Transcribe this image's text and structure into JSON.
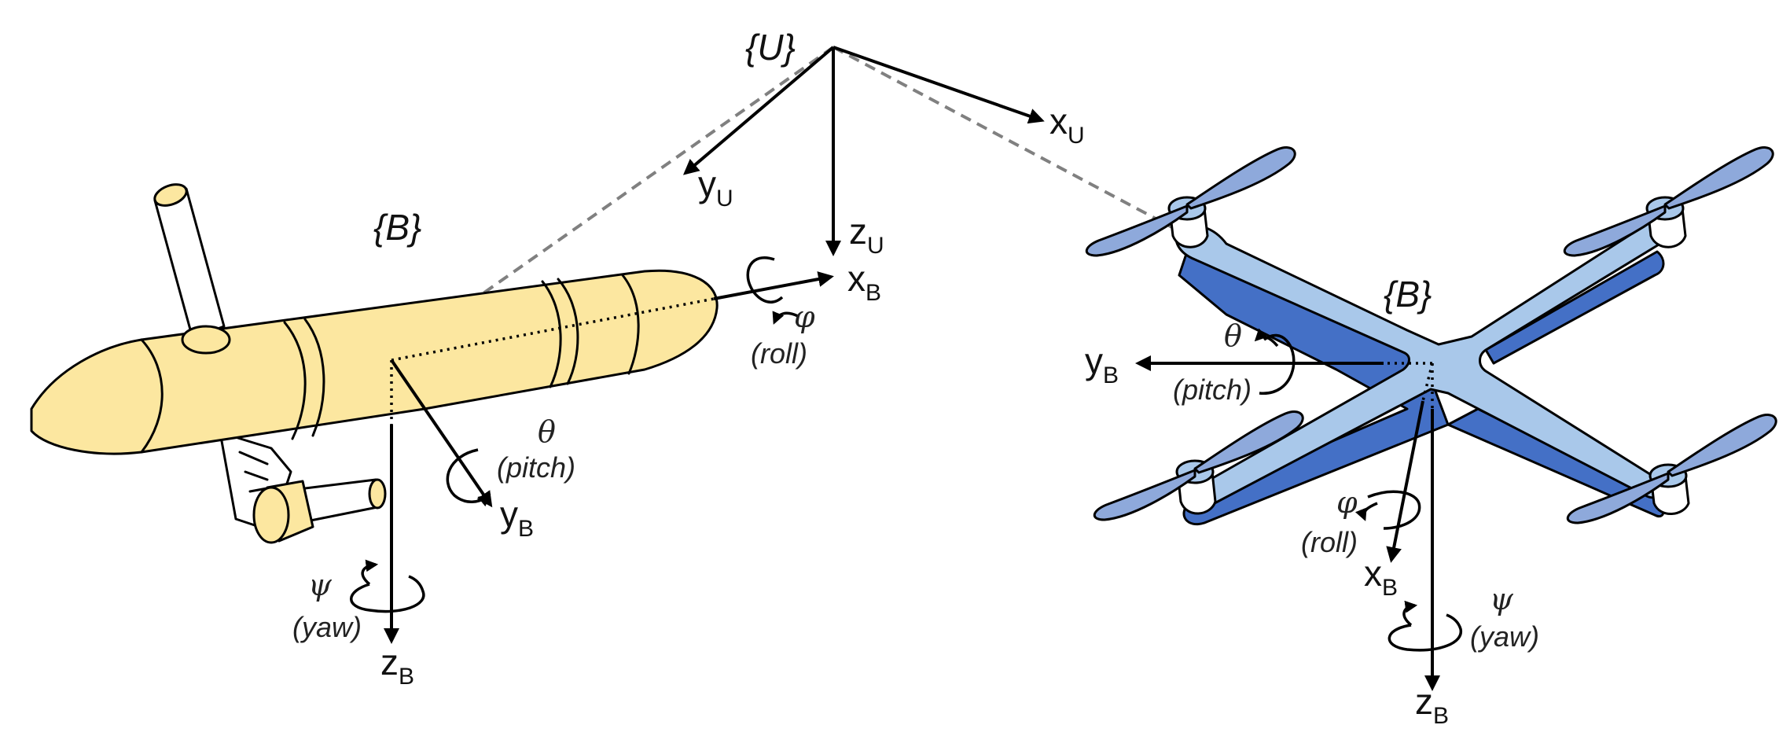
{
  "colors": {
    "auv_body": "#FCE7A0",
    "drone_frame_light": "#A9C8EA",
    "drone_frame_dark": "#4470C6",
    "propeller": "#8EA9DB",
    "dashed_link": "#808080"
  },
  "universal_frame": {
    "name": "{U}",
    "x": {
      "base": "x",
      "sub": "U"
    },
    "y": {
      "base": "y",
      "sub": "U"
    },
    "z": {
      "base": "z",
      "sub": "U"
    }
  },
  "underwater_vehicle": {
    "frame_name": "{B}",
    "x": {
      "base": "x",
      "sub": "B"
    },
    "y": {
      "base": "y",
      "sub": "B"
    },
    "z": {
      "base": "z",
      "sub": "B"
    },
    "roll": {
      "symbol": "φ",
      "label": "(roll)"
    },
    "pitch": {
      "symbol": "θ",
      "label": "(pitch)"
    },
    "yaw": {
      "symbol": "ψ",
      "label": "(yaw)"
    }
  },
  "aerial_vehicle": {
    "frame_name": "{B}",
    "x": {
      "base": "x",
      "sub": "B"
    },
    "y": {
      "base": "y",
      "sub": "B"
    },
    "z": {
      "base": "z",
      "sub": "B"
    },
    "roll": {
      "symbol": "φ",
      "label": "(roll)"
    },
    "pitch": {
      "symbol": "θ",
      "label": "(pitch)"
    },
    "yaw": {
      "symbol": "ψ",
      "label": "(yaw)"
    }
  }
}
